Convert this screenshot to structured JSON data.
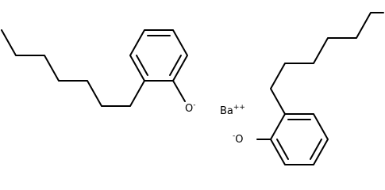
{
  "structure": {
    "molecule_1": {
      "oxygen_symbol": "O",
      "charge": "-"
    },
    "molecule_2": {
      "oxygen_symbol": "O",
      "charge": "-"
    },
    "cation": {
      "symbol": "Ba",
      "charge": "++"
    }
  },
  "colors": {
    "bond": "#000000",
    "label": "#000000",
    "background": "#ffffff"
  }
}
